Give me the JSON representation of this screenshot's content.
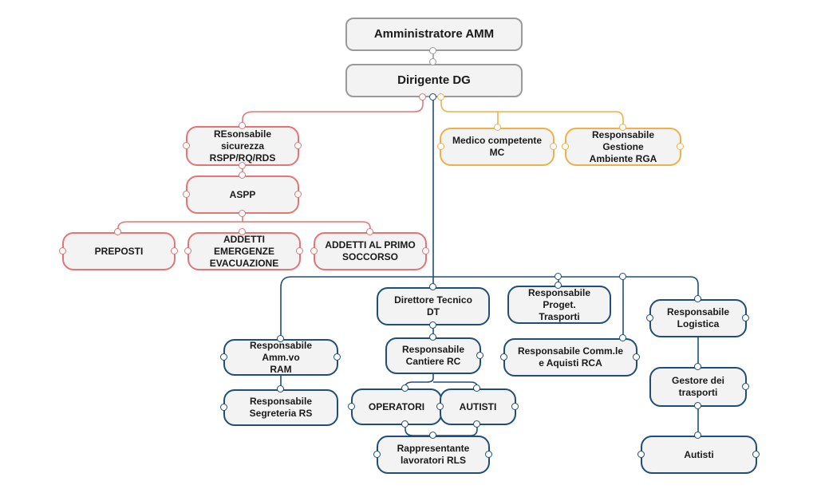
{
  "nodes": {
    "amm": "Amministratore AMM",
    "dg": "Dirigente DG",
    "rspp": "REsonsabile sicurezza\nRSPP/RQ/RDS",
    "aspp": "ASPP",
    "preposti": "PREPOSTI",
    "addetti_emergenze": "ADDETTI EMERGENZE\nEVACUAZIONE",
    "addetti_primo": "ADDETTI AL PRIMO\nSOCCORSO",
    "medico": "Medico competente\nMC",
    "rga": "Responsabile Gestione\nAmbiente RGA",
    "ram": "Responsabile Amm.vo\nRAM",
    "rs": "Responsabile\nSegreteria RS",
    "dt": "Direttore Tecnico\nDT",
    "rc": "Responsabile\nCantiere RC",
    "operatori": "OPERATORI",
    "autisti_caps": "AUTISTI",
    "rls": "Rappresentante\nlavoratori RLS",
    "progettrasporti": "Responsabile Proget.\nTrasporti",
    "rca": "Responsabile Comm.le\ne Aquisti RCA",
    "logistica": "Responsabile\nLogistica",
    "gestore": "Gestore dei\ntrasporti",
    "autisti": "Autisti"
  },
  "colors": {
    "gray": "#9a9a9a",
    "red": "#e27677",
    "orange": "#eeb04a",
    "blue": "#1f4e79"
  }
}
